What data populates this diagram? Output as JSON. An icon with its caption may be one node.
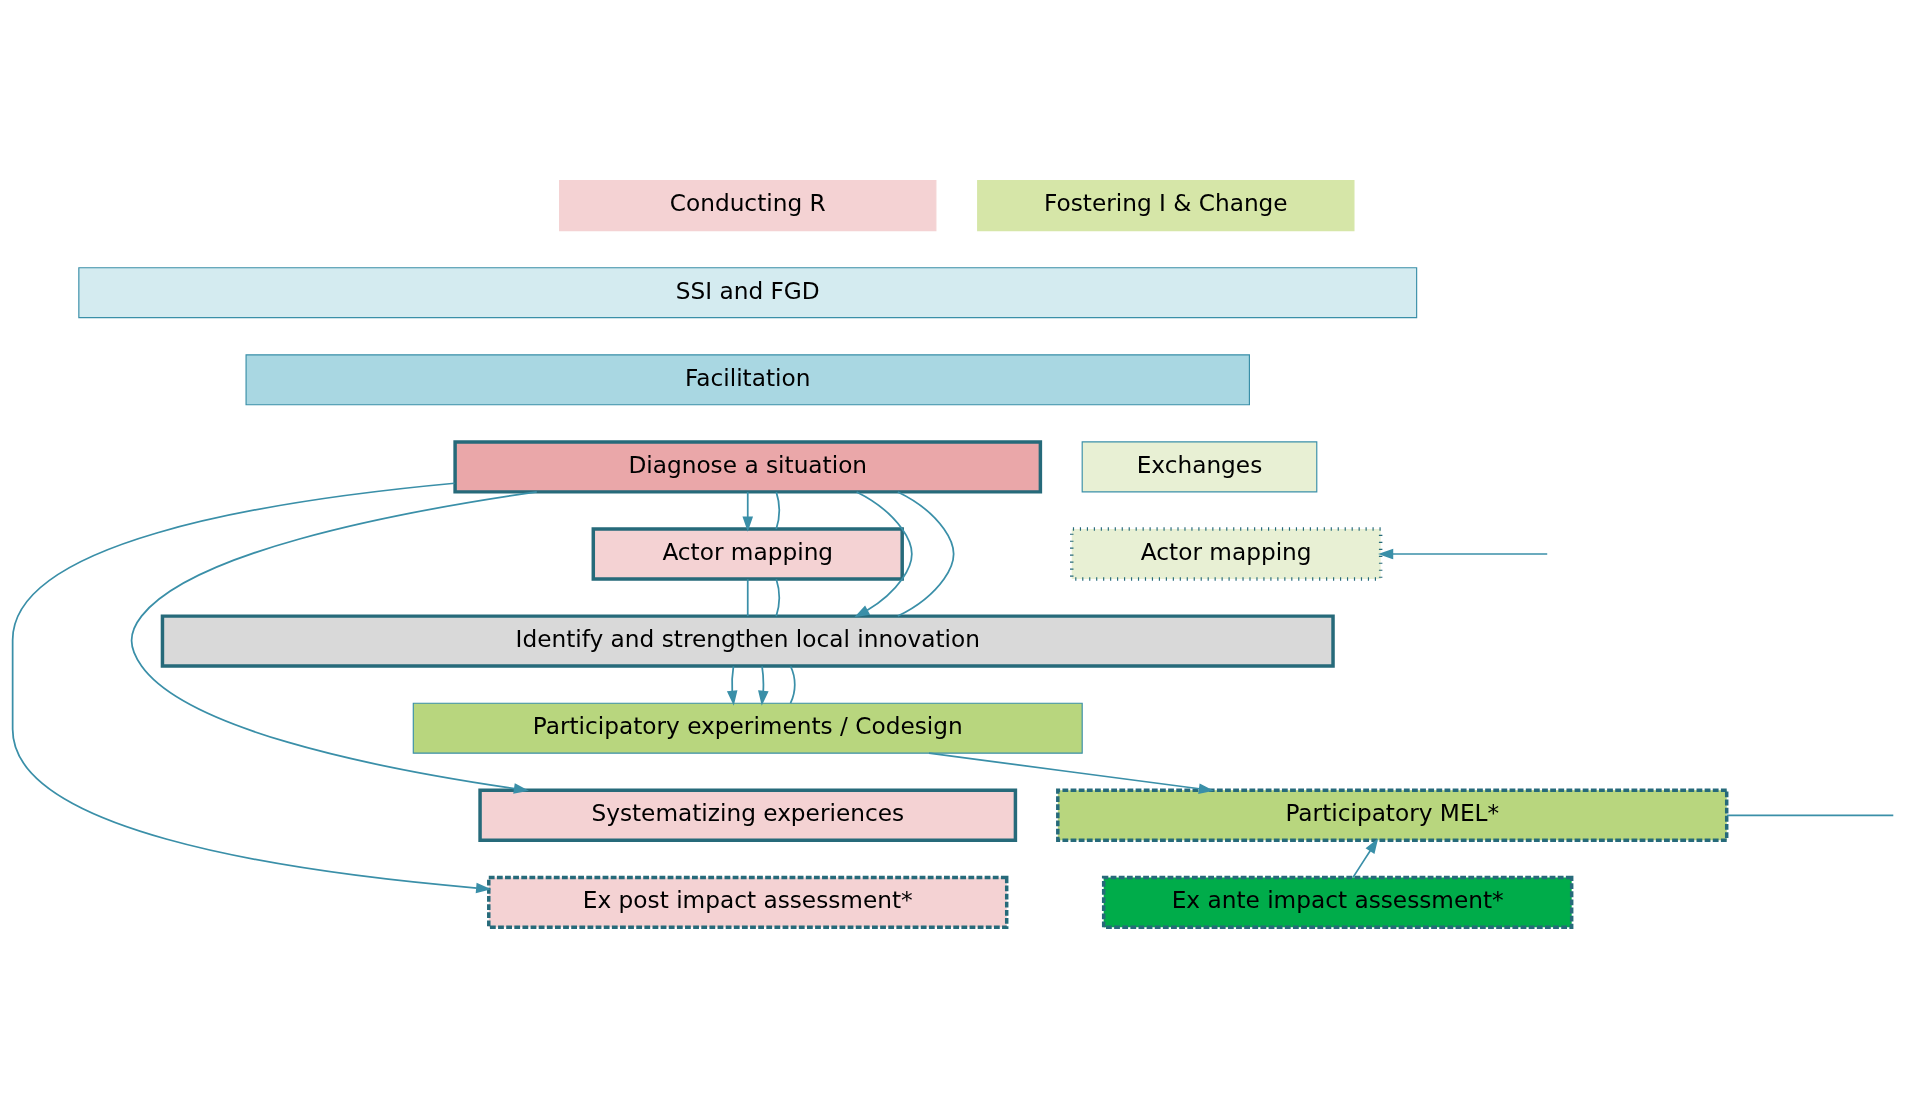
{
  "diagram": {
    "nodes": [
      {
        "text": [
          "Conducting R"
        ]
      },
      {
        "text": [
          "Fostering I & Change"
        ]
      },
      {
        "text": [
          "SSI and FGD"
        ]
      },
      {
        "text": [
          "Facilitation"
        ]
      },
      {
        "text": [
          "Diagnose a situation"
        ]
      },
      {
        "text": [
          "Actor mapping"
        ]
      },
      {
        "text": [
          "Exchanges"
        ]
      },
      {
        "text": [
          "Actor mapping"
        ]
      },
      {
        "text": [
          "Identify and strengthen local innovation"
        ]
      },
      {
        "text": [
          "Participatory experiments / Codesign"
        ]
      },
      {
        "text": [
          "Systematizing experiences"
        ]
      },
      {
        "text": [
          "Participatory MEL*"
        ]
      },
      {
        "text": [
          "Ex post impact assessment*"
        ]
      },
      {
        "text": [
          "Ex ante impact assessment*"
        ]
      }
    ],
    "edges": [
      {
        "from": 4,
        "to": 5,
        "arrow": "to"
      },
      {
        "from": 4,
        "to": 8,
        "arrow": "to"
      },
      {
        "from": 4,
        "to": 10,
        "arrow": "to"
      },
      {
        "from": 4,
        "to": 12,
        "arrow": "to"
      },
      {
        "from": 4,
        "to": 5,
        "arrow": "none"
      },
      {
        "from": 4,
        "to": 8,
        "arrow": "none"
      },
      {
        "from": 5,
        "to": 8,
        "arrow": "none"
      },
      {
        "from": 5,
        "to": 8,
        "arrow": "none"
      },
      {
        "from": 8,
        "to": 9,
        "arrow": "to"
      },
      {
        "from": 8,
        "to": 9,
        "arrow": "to"
      },
      {
        "from": 8,
        "to": 9,
        "arrow": "none"
      },
      {
        "from": 9,
        "to": 11,
        "arrow": "to"
      },
      {
        "from": 13,
        "to": 11,
        "arrow": "to"
      },
      {
        "from": null,
        "to": 7,
        "arrow": "to"
      },
      {
        "from": 11,
        "to": null,
        "arrow": "none"
      }
    ]
  }
}
